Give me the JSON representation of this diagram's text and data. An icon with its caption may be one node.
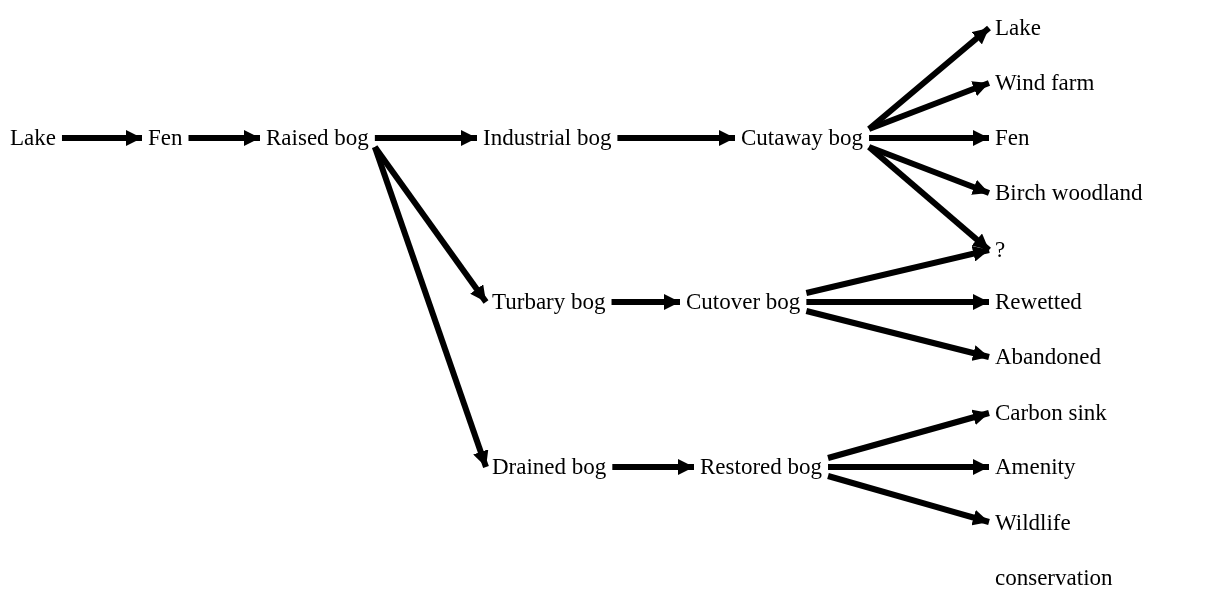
{
  "diagram": {
    "nodes": [
      {
        "text": [
          "Lake"
        ]
      },
      {
        "text": [
          "Fen"
        ]
      },
      {
        "text": [
          "Raised bog"
        ]
      },
      {
        "text": [
          "Industrial bog"
        ]
      },
      {
        "text": [
          "Cutaway bog"
        ]
      },
      {
        "text": [
          "Lake"
        ]
      },
      {
        "text": [
          "Wind farm"
        ]
      },
      {
        "text": [
          "Fen"
        ]
      },
      {
        "text": [
          "Birch woodland"
        ]
      },
      {
        "text": [
          "?"
        ]
      },
      {
        "text": [
          "Turbary bog"
        ]
      },
      {
        "text": [
          "Cutover bog"
        ]
      },
      {
        "text": [
          "Rewetted"
        ]
      },
      {
        "text": [
          "Abandoned"
        ]
      },
      {
        "text": [
          "Drained bog"
        ]
      },
      {
        "text": [
          "Restored bog"
        ]
      },
      {
        "text": [
          "Carbon sink"
        ]
      },
      {
        "text": [
          "Amenity"
        ]
      },
      {
        "text": [
          "Wildlife conservation"
        ]
      }
    ],
    "edges": [
      {
        "from": 0,
        "to": 1,
        "arrow": "to"
      },
      {
        "from": 1,
        "to": 2,
        "arrow": "to"
      },
      {
        "from": 2,
        "to": 3,
        "arrow": "to"
      },
      {
        "from": 3,
        "to": 4,
        "arrow": "to"
      },
      {
        "from": 4,
        "to": 5,
        "arrow": "to"
      },
      {
        "from": 4,
        "to": 6,
        "arrow": "to"
      },
      {
        "from": 4,
        "to": 7,
        "arrow": "to"
      },
      {
        "from": 4,
        "to": 8,
        "arrow": "to"
      },
      {
        "from": 4,
        "to": 9,
        "arrow": "to"
      },
      {
        "from": 2,
        "to": 10,
        "arrow": "to"
      },
      {
        "from": 10,
        "to": 11,
        "arrow": "to"
      },
      {
        "from": 11,
        "to": 9,
        "arrow": "to"
      },
      {
        "from": 11,
        "to": 12,
        "arrow": "to"
      },
      {
        "from": 11,
        "to": 13,
        "arrow": "to"
      },
      {
        "from": 2,
        "to": 14,
        "arrow": "to"
      },
      {
        "from": 14,
        "to": 15,
        "arrow": "to"
      },
      {
        "from": 15,
        "to": 16,
        "arrow": "to"
      },
      {
        "from": 15,
        "to": 17,
        "arrow": "to"
      },
      {
        "from": 15,
        "to": 18,
        "arrow": "to"
      }
    ]
  }
}
